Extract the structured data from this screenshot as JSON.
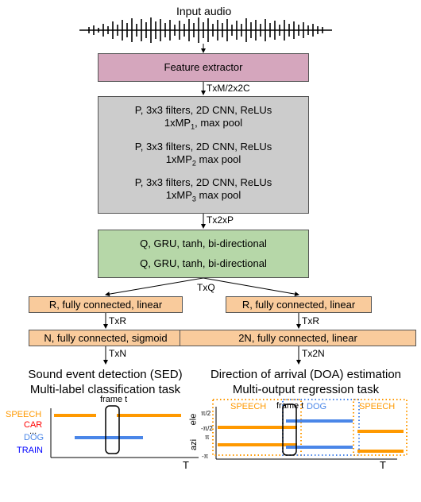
{
  "input_label": "Input audio",
  "feature_extractor": "Feature extractor",
  "edge_feat_cnn": "TxM/2x2C",
  "cnn_blocks": [
    {
      "line1": "P, 3x3 filters, 2D CNN, ReLUs",
      "pool_pre": "1xMP",
      "pool_sub": "1",
      "pool_post": ", max pool"
    },
    {
      "line1": "P, 3x3 filters, 2D CNN, ReLUs",
      "pool_pre": "1xMP",
      "pool_sub": "2",
      "pool_post": " max pool"
    },
    {
      "line1": "P, 3x3 filters, 2D CNN, ReLUs",
      "pool_pre": "1xMP",
      "pool_sub": "3",
      "pool_post": " max pool"
    }
  ],
  "edge_cnn_gru": "Tx2xP",
  "gru_lines": [
    "Q, GRU, tanh, bi-directional",
    "Q, GRU, tanh, bi-directional"
  ],
  "edge_gru_split": "TxQ",
  "sed": {
    "fc1": "R, fully connected, linear",
    "edge1": "TxR",
    "fc2": "N, fully connected, sigmoid",
    "edge2": "TxN",
    "title1": "Sound event detection (SED)",
    "title2": "Multi-label classification task",
    "classes": [
      {
        "name": "SPEECH",
        "color": "#ff9900"
      },
      {
        "name": "CAR",
        "color": "#ff0000"
      },
      {
        "name": "...",
        "color": "#000000"
      },
      {
        "name": "DOG",
        "color": "#4a86e8"
      },
      {
        "name": "TRAIN",
        "color": "#0000ff"
      }
    ],
    "frame_label": "frame t",
    "t_label": "T"
  },
  "doa": {
    "fc1": "R, fully connected, linear",
    "edge1": "TxR",
    "fc2": "2N, fully connected, linear",
    "edge2": "Tx2N",
    "title1": "Direction of arrival (DOA) estimation",
    "title2": "Multi-output regression task",
    "speech_label": "SPEECH",
    "dog_label": "DOG",
    "speech_label_2": "SPEECH",
    "frame_label": "frame t",
    "t_label": "T",
    "ele_label": "ele",
    "azi_label": "azi",
    "ticks": [
      "π/2",
      "-π/2",
      "π",
      "-π"
    ]
  },
  "colors": {
    "speech": "#ff9900",
    "dog": "#4a86e8"
  }
}
